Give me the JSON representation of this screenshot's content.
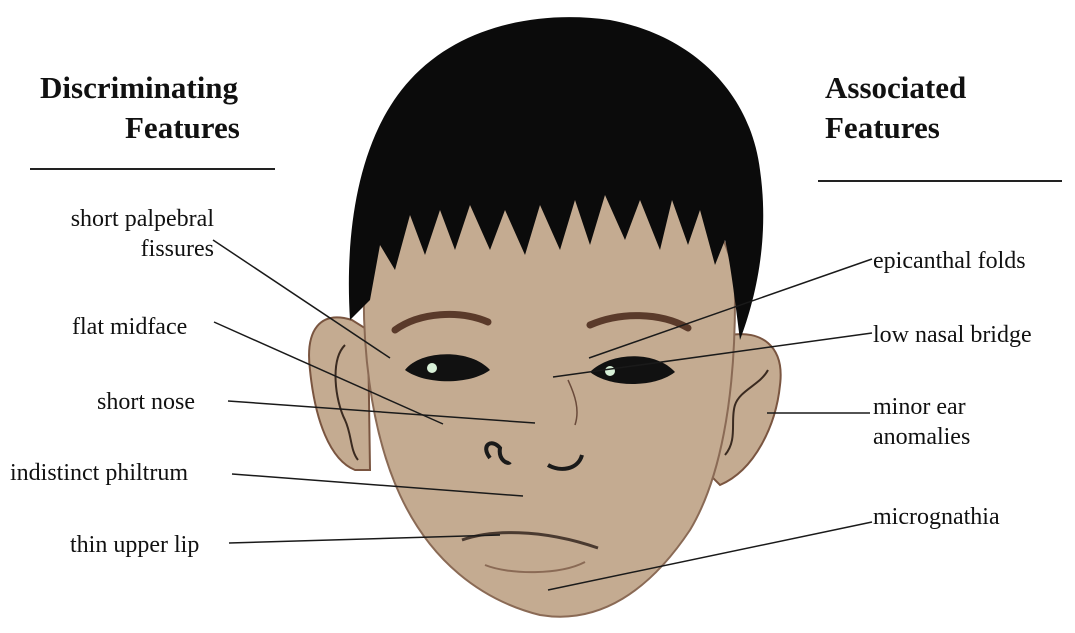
{
  "headings": {
    "left": [
      "Discriminating",
      "Features"
    ],
    "right": [
      "Associated",
      "Features"
    ]
  },
  "discriminating_features": [
    [
      "short palpebral",
      "fissures"
    ],
    [
      "flat midface"
    ],
    [
      "short nose"
    ],
    [
      "indistinct philtrum"
    ],
    [
      "thin upper lip"
    ]
  ],
  "associated_features": [
    [
      "epicanthal folds"
    ],
    [
      "low nasal bridge"
    ],
    [
      "minor ear",
      "anomalies"
    ],
    [
      "micrognathia"
    ]
  ],
  "colors": {
    "skin": "#c4ab91",
    "hair": "#0b0b0b",
    "outline": "#3a2a20",
    "eye": "#111111",
    "eye_highlight": "#d8f0d8",
    "lines": "#1a1a1a"
  }
}
